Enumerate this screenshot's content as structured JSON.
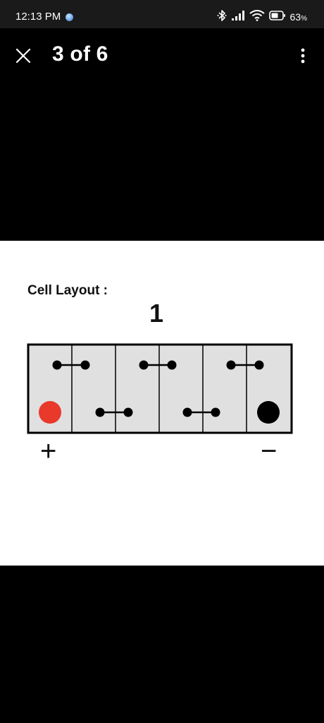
{
  "status_bar": {
    "time": "12:13 PM",
    "battery_percent": "63",
    "battery_unit": "%",
    "icons": [
      "sync-icon",
      "bluetooth-icon",
      "signal-icon",
      "wifi-icon",
      "battery-icon"
    ]
  },
  "top_bar": {
    "title": "3 of 6",
    "close_icon": "close-icon",
    "menu_icon": "more-vertical-icon"
  },
  "image": {
    "heading": "Cell Layout :",
    "diagram_number": "1",
    "positive_terminal_symbol": "+",
    "negative_terminal_symbol": "−",
    "colors": {
      "battery_fill": "#e0e0e0",
      "positive_terminal": "#e8392b",
      "negative_terminal": "#000000",
      "panel_background": "#ffffff",
      "page_background": "#000000"
    }
  }
}
